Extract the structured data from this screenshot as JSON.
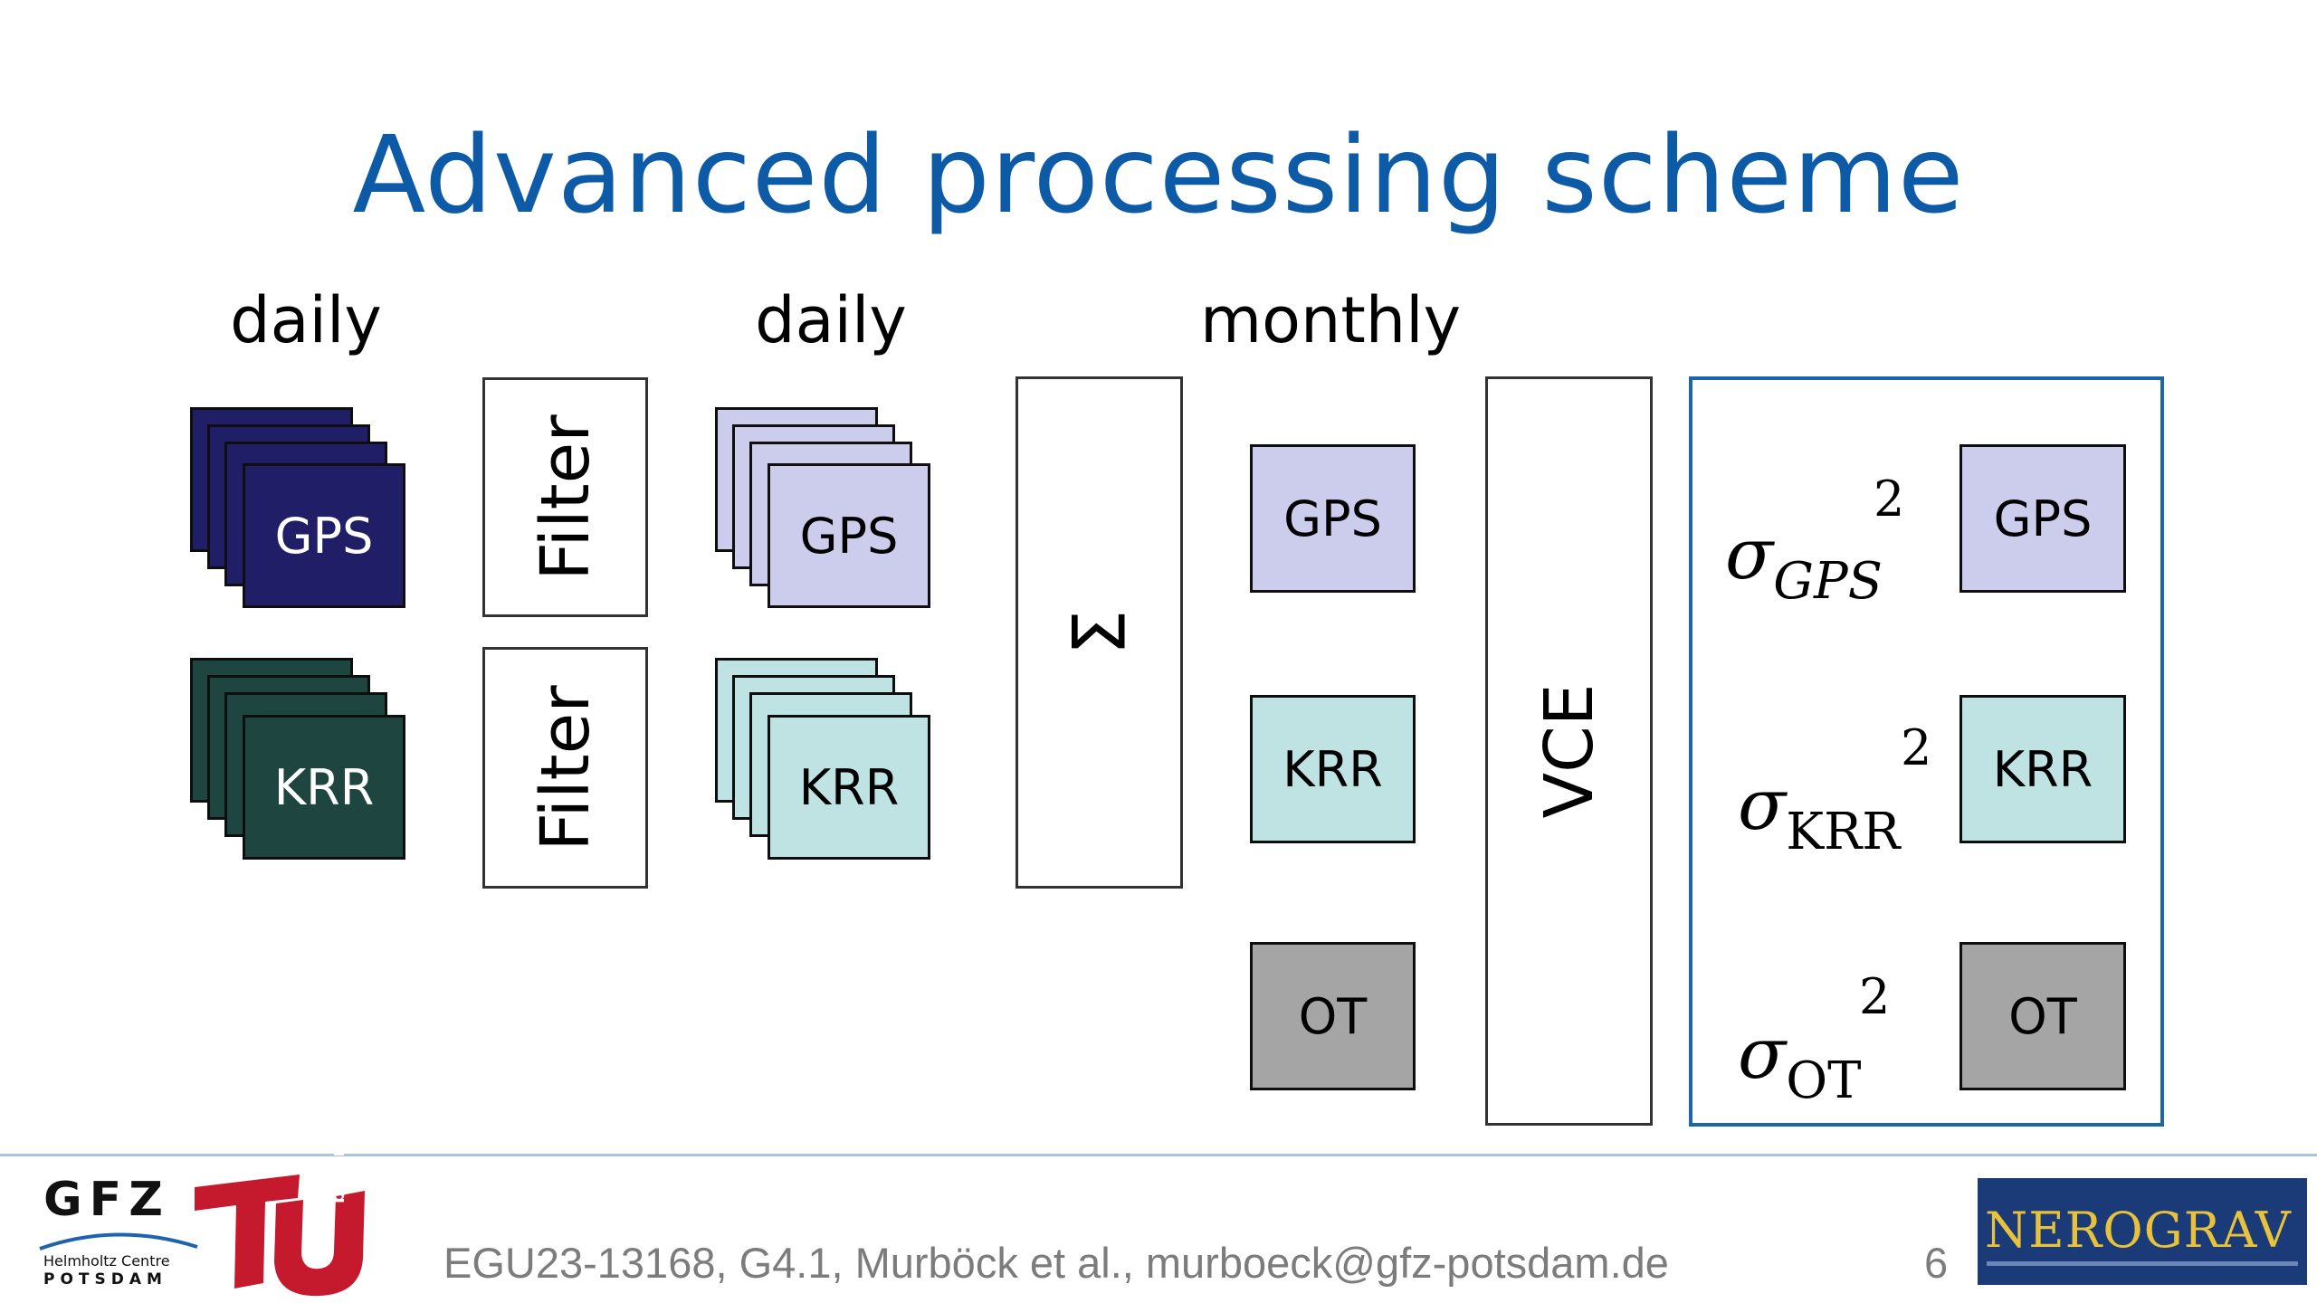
{
  "title": "Advanced processing scheme",
  "columns": {
    "daily_raw": "daily",
    "daily_filtered": "daily",
    "monthly": "monthly"
  },
  "steps": {
    "filter_top": "Filter",
    "filter_bottom": "Filter",
    "sum_symbol": "Σ",
    "vce": "VCE"
  },
  "observations": {
    "gps": "GPS",
    "krr": "KRR",
    "ot": "OT"
  },
  "weights": {
    "sigma": "σ",
    "gps_sub": "GPS",
    "krr_sub": "KRR",
    "ot_sub": "OT",
    "exponent": "2"
  },
  "colors": {
    "title": "#0d5aa7",
    "gps_dark": "#211e68",
    "krr_dark": "#1f4540",
    "gps_light": "#ccccec",
    "krr_light": "#bfe3e3",
    "ot_gray": "#a5a5a5",
    "panel_border": "#1c64ad"
  },
  "footer": {
    "citation": "EGU23-13168, G4.1, Murböck et al., murboeck@gfz-potsdam.de",
    "page_number": "6",
    "logo_gfz": "GFZ",
    "logo_gfz_sub1": "Helmholtz Centre",
    "logo_gfz_sub2": "POTSDAM",
    "logo_tu": "berlin",
    "logo_nerograv": "NEROGRAV"
  }
}
